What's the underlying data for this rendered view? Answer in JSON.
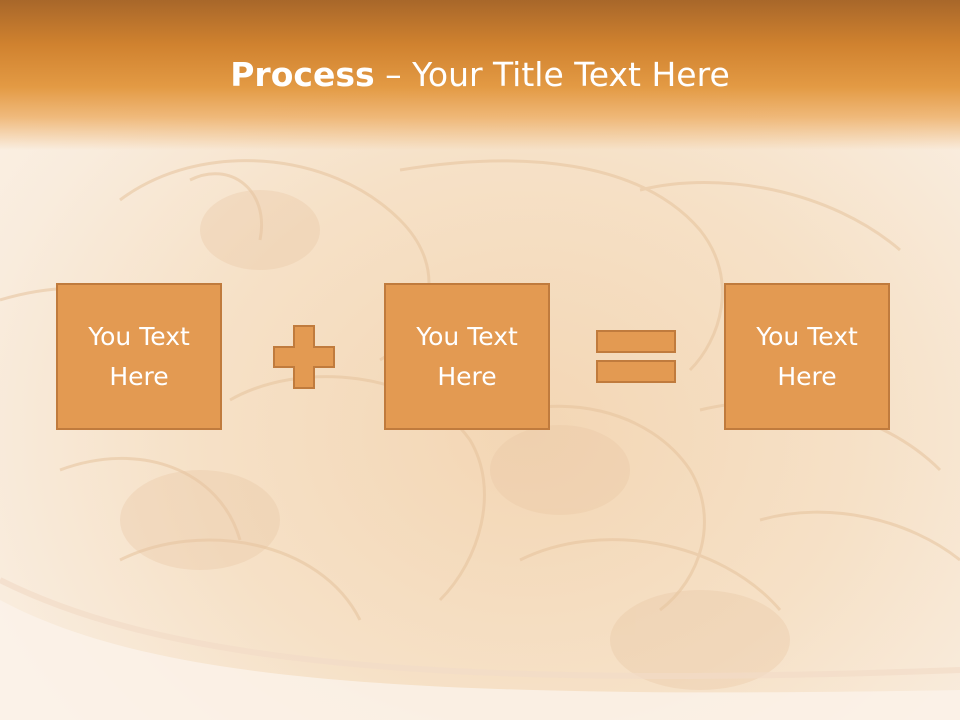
{
  "slide": {
    "title_bold": "Process",
    "title_rest": "– Your Title Text Here",
    "box1_text": "You Text Here",
    "box2_text": "You Text Here",
    "box3_text": "You Text Here"
  },
  "icons": [
    "plus-icon",
    "equals-icon"
  ],
  "colors": {
    "header_top": "#a8672a",
    "header_mid": "#e39a44",
    "box_fill": "#e39a52",
    "box_border": "#c07b3d",
    "text": "#ffffff"
  }
}
